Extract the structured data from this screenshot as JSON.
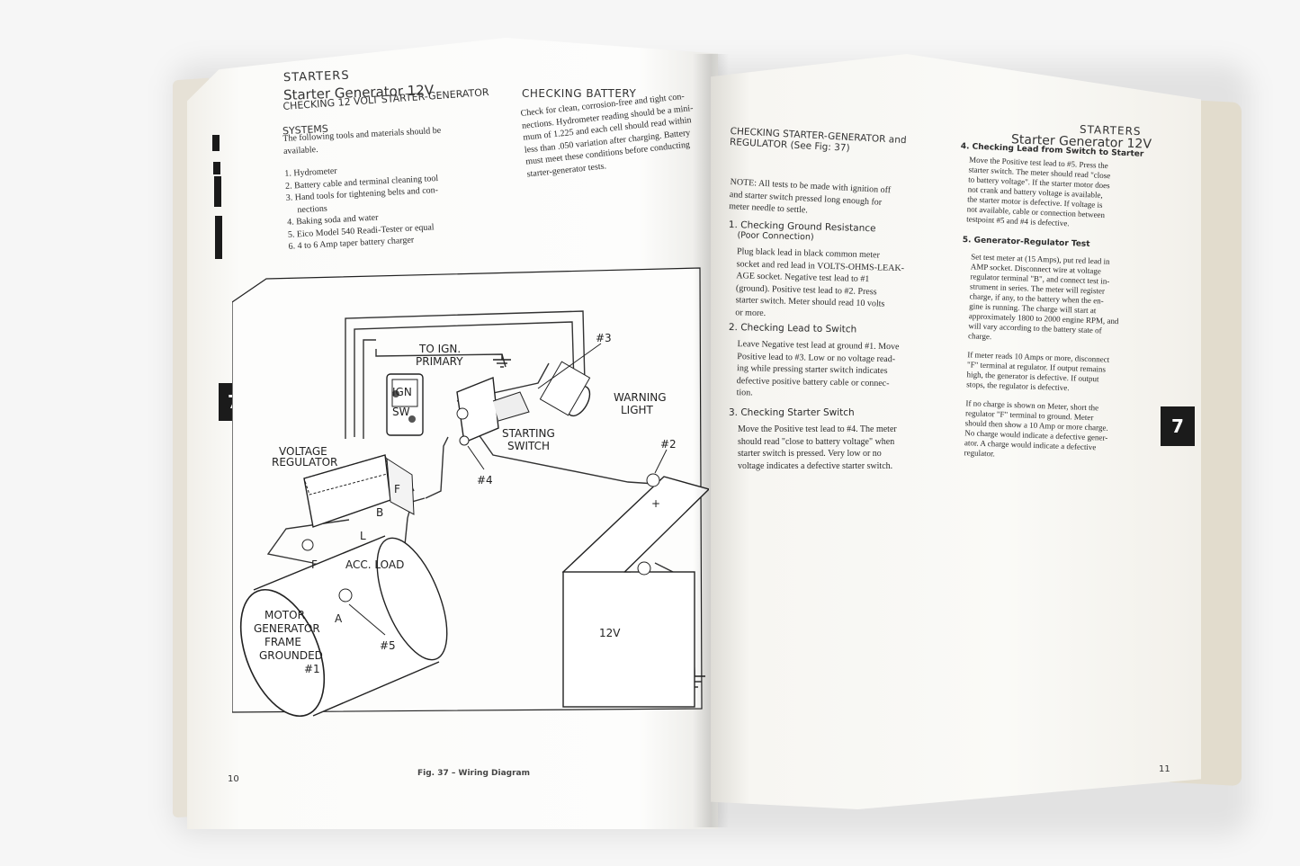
{
  "left_page": {
    "header_title": "STARTERS",
    "header_subtitle": "Starter Generator 12V",
    "section_heading": "CHECKING 12 VOLT STARTER-GENERATOR",
    "section_heading_line2": "SYSTEMS",
    "intro_line1": "The following tools and materials should be",
    "intro_line2": "available.",
    "tools": [
      "1. Hydrometer",
      "2. Battery cable and terminal cleaning tool",
      "3. Hand tools for tightening belts and con-",
      "nections",
      "4. Baking soda and water",
      "5. Eico Model 540 Readi-Tester or equal",
      "6. 4 to 6 Amp taper battery charger"
    ],
    "battery_heading": "CHECKING BATTERY",
    "battery_text": [
      "Check for clean, corrosion-free and tight con-",
      "nections. Hydrometer reading should be a mini-",
      "mum of 1.225 and each cell should read within",
      "less than .050 variation after charging. Battery",
      "must meet these conditions before conducting",
      "starter-generator tests."
    ],
    "tab_label": "7",
    "page_number": "10",
    "figure_caption": "Fig. 37 – Wiring Diagram"
  },
  "diagram": {
    "labels": {
      "to_ign": "TO IGN.",
      "primary": "PRIMARY",
      "point3": "#3",
      "warning": "WARNING",
      "light": "LIGHT",
      "starting": "STARTING",
      "switch": "SWITCH",
      "voltage": "VOLTAGE",
      "regulator": "REGULATOR",
      "point4": "#4",
      "point2": "#2",
      "plus": "+",
      "minus": "−",
      "ign": "IGN",
      "sw": "SW",
      "f_small": "F",
      "b_small": "B",
      "l_small": "L",
      "f_large": "F",
      "acc_load": "ACC. LOAD",
      "motor": "MOTOR",
      "generator": "GENERATOR",
      "frame": "FRAME",
      "grounded": "GROUNDED",
      "point1": "#1",
      "a_label": "A",
      "point5": "#5",
      "battery_voltage": "12V"
    }
  },
  "right_page": {
    "header_title": "STARTERS",
    "header_subtitle": "Starter Generator 12V",
    "main_heading": "CHECKING STARTER-GENERATOR and",
    "main_heading_line2": "REGULATOR (See Fig: 37)",
    "note": [
      "NOTE: All tests to be made with ignition off",
      "and starter switch pressed long enough for",
      "meter needle to settle."
    ],
    "step1_heading": "1. Checking Ground Resistance",
    "step1_sub": "(Poor Connection)",
    "step1_text": [
      "Plug black lead in black common meter",
      "socket and red lead in VOLTS-OHMS-LEAK-",
      "AGE socket. Negative test lead to #1",
      "(ground). Positive test lead to #2. Press",
      "starter switch. Meter should read 10 volts",
      "or more."
    ],
    "step2_heading": "2. Checking Lead to Switch",
    "step2_text": [
      "Leave Negative test lead at ground #1. Move",
      "Positive lead to #3. Low or no voltage read-",
      "ing while pressing starter switch indicates",
      "defective positive battery cable or connec-",
      "tion."
    ],
    "step3_heading": "3. Checking Starter Switch",
    "step3_text": [
      "Move the Positive test lead to #4. The meter",
      "should read \"close to battery voltage\" when",
      "starter switch is pressed. Very low or no",
      "voltage indicates a defective starter switch."
    ],
    "step4_heading": "4. Checking Lead from Switch to Starter",
    "step4_text": [
      "Move the Positive test lead to #5. Press the",
      "starter switch. The meter should read \"close",
      "to battery voltage\". If the starter motor does",
      "not crank and battery voltage is available,",
      "the starter motor is defective. If voltage is",
      "not available, cable or connection between",
      "testpoint #5 and #4 is defective."
    ],
    "step5_heading": "5. Generator-Regulator Test",
    "step5_text": [
      "Set test meter at (15 Amps), put red lead in",
      "AMP socket. Disconnect wire at voltage",
      "regulator terminal \"B\", and connect test in-",
      "strument in series. The meter will register",
      "charge, if any, to the battery when the en-",
      "gine is running. The charge will start at",
      "approximately 1800 to 2000 engine RPM, and",
      "will vary according to the battery state of",
      "charge."
    ],
    "step5_text2": [
      "If meter reads 10 Amps or more, disconnect",
      "\"F\" terminal at regulator. If output remains",
      "high, the generator is defective. If output",
      "stops, the regulator is defective."
    ],
    "step5_text3": [
      "If no charge is shown on Meter, short the",
      "regulator \"F\" terminal to ground. Meter",
      "should then show a 10 Amp or more charge.",
      "No charge would indicate a defective gener-",
      "ator. A charge would indicate a defective",
      "regulator."
    ],
    "tab_label": "7",
    "page_number": "11"
  }
}
